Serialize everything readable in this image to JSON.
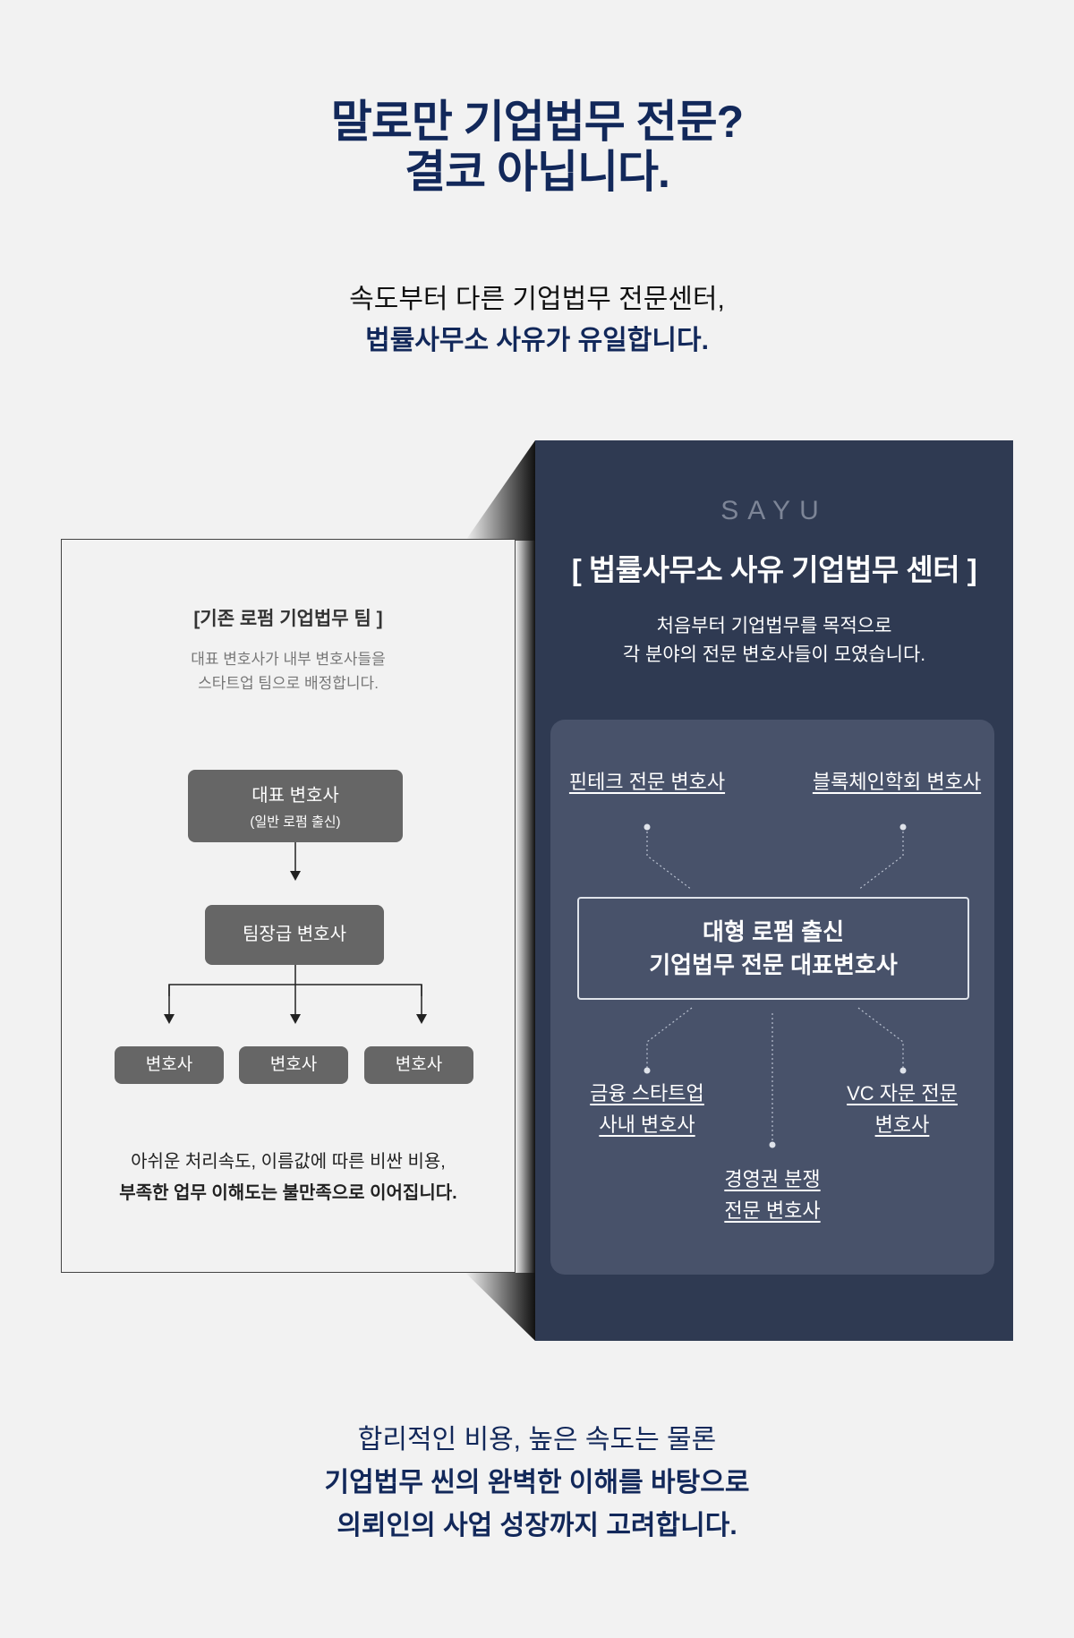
{
  "headline": {
    "line1": "말로만 기업법무 전문?",
    "line2": "결코 아닙니다."
  },
  "subheadline": {
    "line1": "속도부터 다른 기업법무 전문센터,",
    "line2": "법률사무소 사유가 유일합니다."
  },
  "left_panel": {
    "title": "[기존 로펌 기업법무 팀 ]",
    "desc_line1": "대표 변호사가 내부 변호사들을",
    "desc_line2": "스타트업 팀으로 배정합니다.",
    "ceo_box": {
      "title": "대표 변호사",
      "sub": "(일반 로펌 출신)"
    },
    "team_lead_box": "팀장급 변호사",
    "lawyers": [
      "변호사",
      "변호사",
      "변호사"
    ],
    "bottom_line1": "아쉬운 처리속도, 이름값에 따른 비싼 비용,",
    "bottom_line2": "부족한 업무 이해도는 불만족으로 이어집니다."
  },
  "right_panel": {
    "logo": "SAYU",
    "title": "[ 법률사무소 사유 기업법무 센터 ]",
    "desc_line1": "처음부터 기업법무를 목적으로",
    "desc_line2": "각 분야의 전문 변호사들이 모였습니다.",
    "center_box": {
      "line1": "대형 로펌 출신",
      "line2": "기업법무 전문 대표변호사"
    },
    "specialists": {
      "fintech": "핀테크 전문 변호사",
      "blockchain": "블록체인학회 변호사",
      "finance_line1": "금융 스타트업",
      "finance_line2": "사내 변호사",
      "vc_line1": "VC 자문 전문",
      "vc_line2": "변호사",
      "governance_line1": "경영권 분쟁",
      "governance_line2": "전문 변호사"
    }
  },
  "closing": {
    "line1": "합리적인 비용, 높은 속도는 물론",
    "line2": "기업법무 씬의 완벽한 이해를 바탕으로",
    "line3": "의뢰인의 사업 성장까지 고려합니다."
  },
  "colors": {
    "navy": "#12285a",
    "panel_dark": "#2f3a52",
    "panel_inner": "#48526a",
    "gray_box": "#666666",
    "background": "#f2f2f2"
  }
}
